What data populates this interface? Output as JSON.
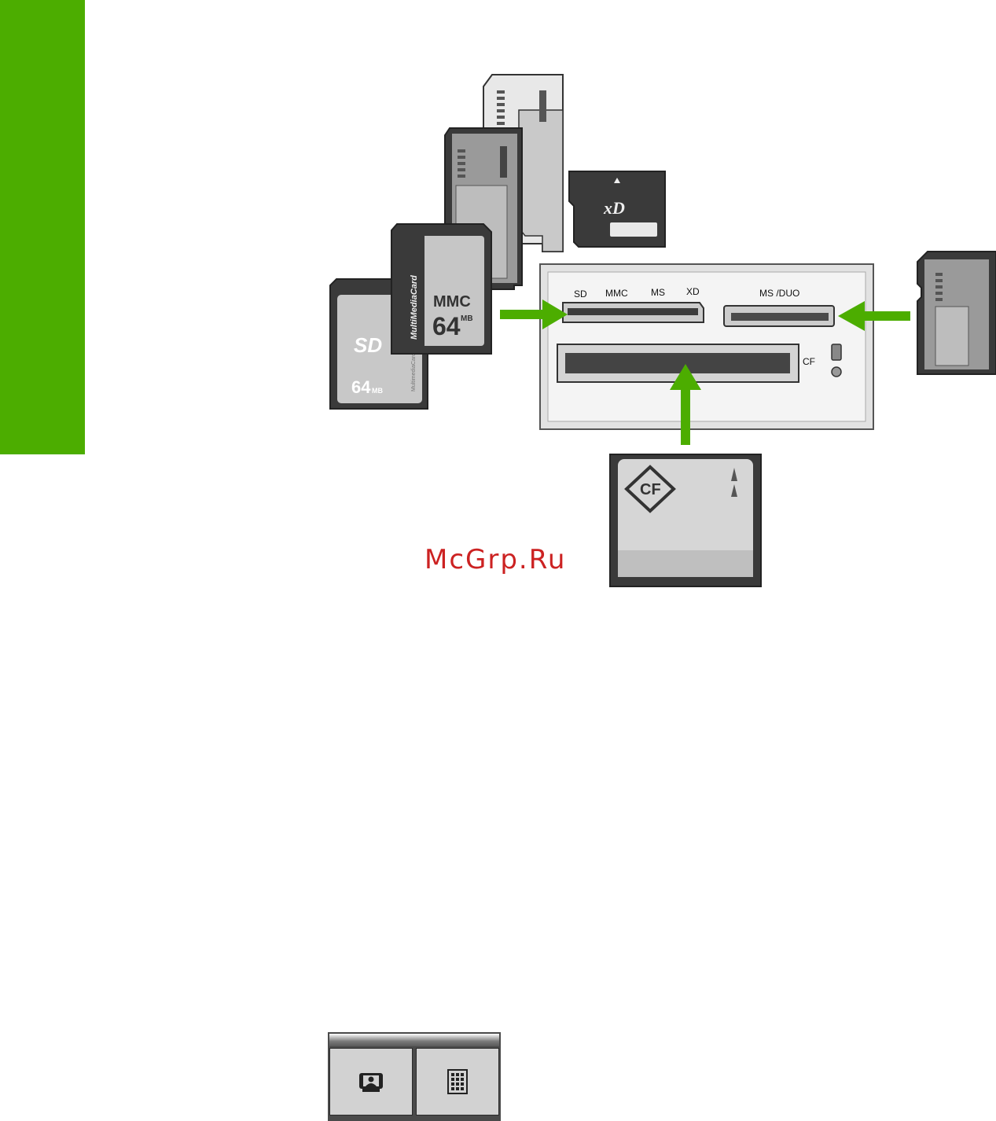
{
  "colors": {
    "accent_green": "#4cad00",
    "watermark_red": "#cc2222",
    "card_dark": "#3a3a3a",
    "card_light": "#cfcfcf"
  },
  "reader": {
    "slot_labels": {
      "sd": "SD",
      "mmc": "MMC",
      "ms": "MS",
      "xd": "XD",
      "ms_duo": "MS /DUO",
      "cf": "CF"
    }
  },
  "cards": {
    "sd": {
      "logo": "SD",
      "capacity": "64",
      "unit": "MB",
      "side_text": "MultimediaCard"
    },
    "mmc": {
      "brand": "MMC",
      "capacity": "64",
      "unit": "MB",
      "side_text": "MultiMediaCard"
    },
    "xd": {
      "logo": "xD"
    },
    "cf": {
      "logo": "CF"
    }
  },
  "watermark": "McGrp.Ru",
  "panel": {
    "buttons": [
      {
        "icon": "photo-icon"
      },
      {
        "icon": "keypad-icon"
      }
    ]
  }
}
